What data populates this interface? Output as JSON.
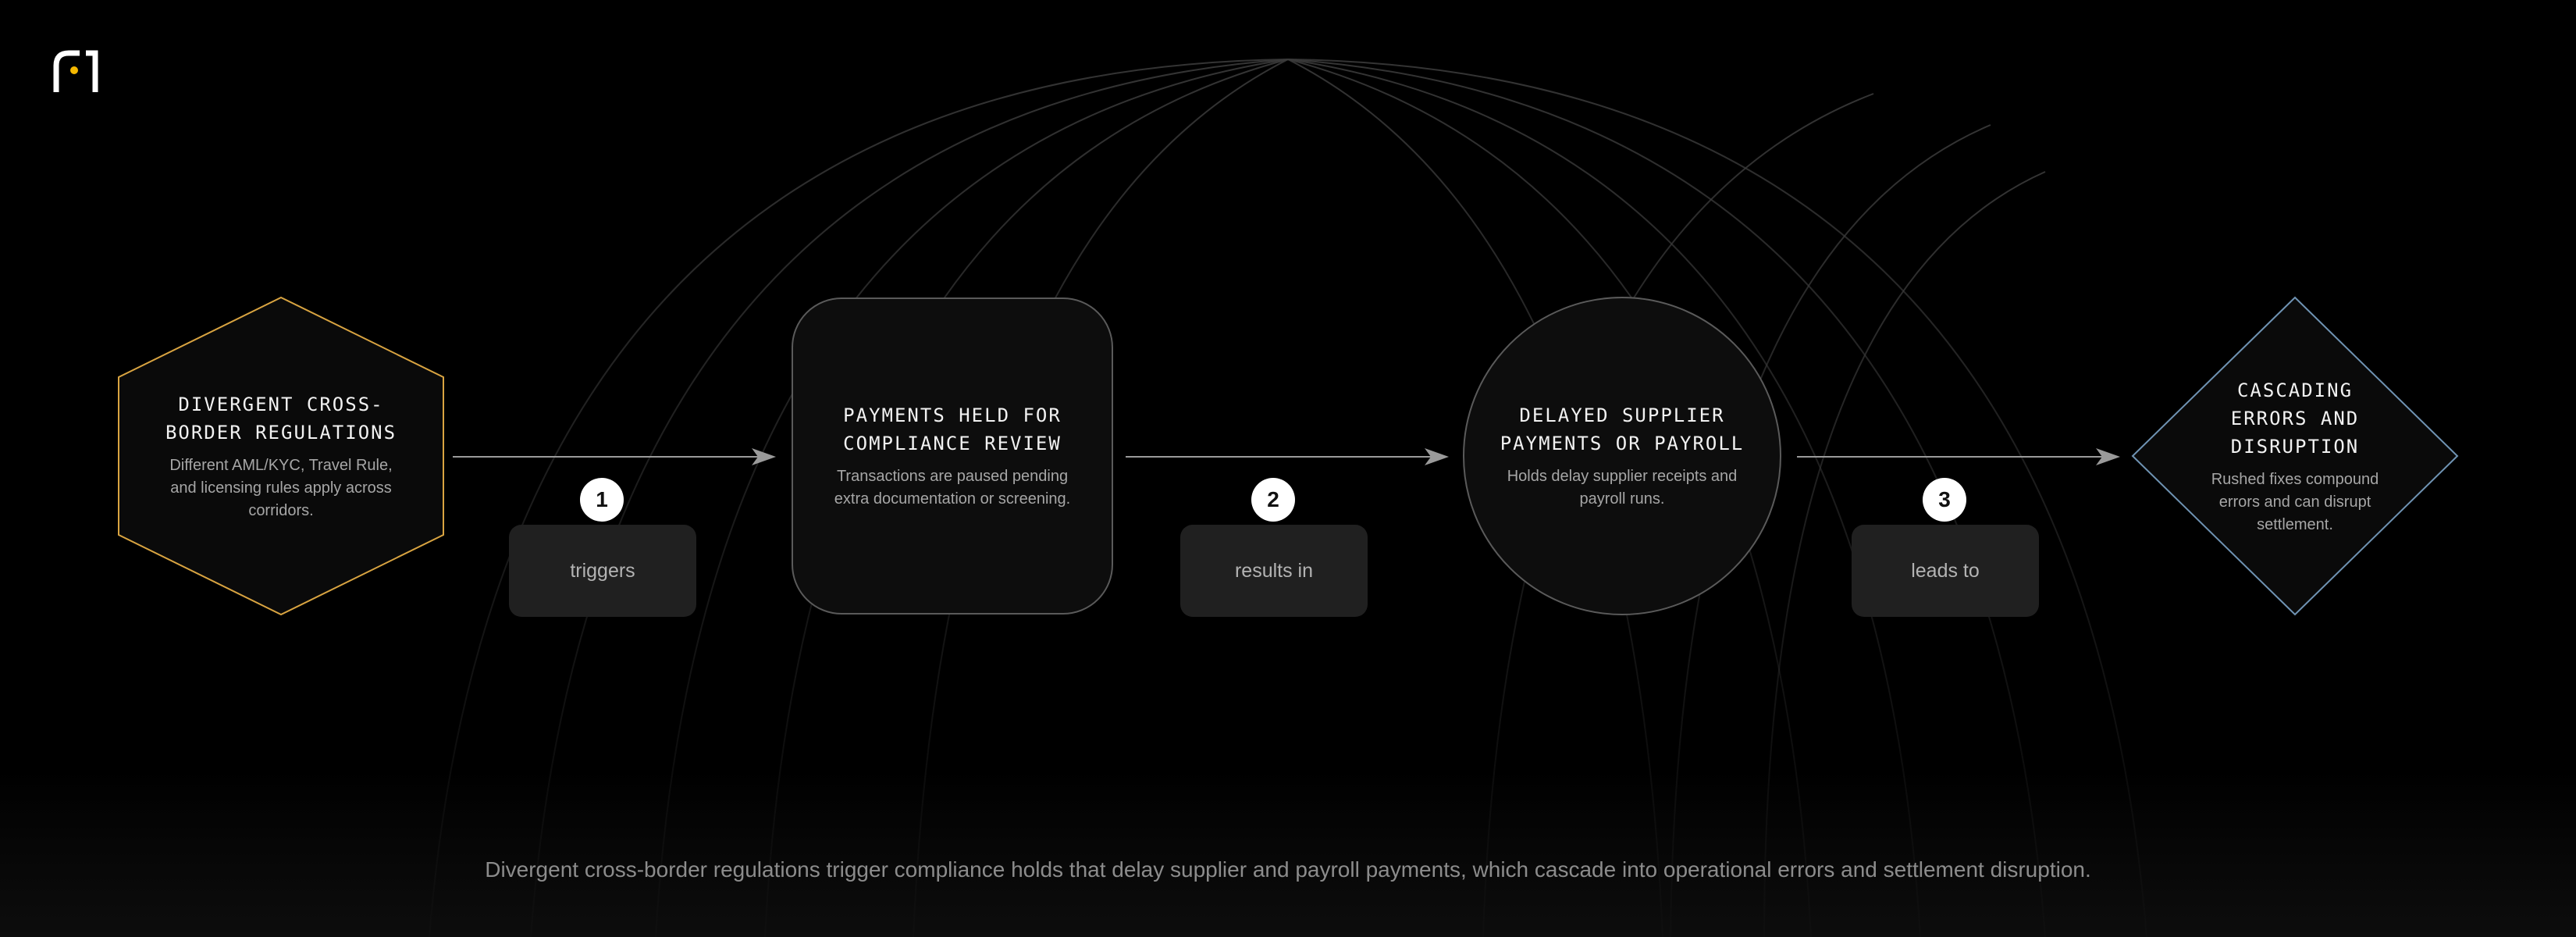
{
  "nodes": [
    {
      "shape": "hexagon",
      "title": "DIVERGENT CROSS-\nBORDER REGULATIONS",
      "description": "Different AML/KYC, Travel Rule,\nand licensing rules apply across\ncorridors.",
      "border_color": "#d9a441"
    },
    {
      "shape": "rounded-square",
      "title": "PAYMENTS HELD FOR\nCOMPLIANCE REVIEW",
      "description": "Transactions are paused pending\nextra documentation or screening.",
      "border_color": "#5a5a5a"
    },
    {
      "shape": "circle",
      "title": "DELAYED SUPPLIER\nPAYMENTS OR PAYROLL",
      "description": "Holds delay supplier receipts and\npayroll runs.",
      "border_color": "#5a5a5a"
    },
    {
      "shape": "diamond",
      "title": "CASCADING\nERRORS AND\nDISRUPTION",
      "description": "Rushed fixes compound\nerrors and can disrupt\nsettlement.",
      "border_color": "#6f93b3"
    }
  ],
  "steps": [
    {
      "number": "1",
      "label": "triggers"
    },
    {
      "number": "2",
      "label": "results in"
    },
    {
      "number": "3",
      "label": "leads to"
    }
  ],
  "caption": "Divergent cross-border regulations trigger compliance holds that delay supplier and payroll payments, which cascade into operational errors and settlement disruption.",
  "colors": {
    "background": "#000000",
    "logo_accent": "#f5b800",
    "arrow": "#9a9a9a",
    "badge": "#ffffff",
    "step_label_bg": "#202020"
  },
  "icons": {
    "logo": "brand-logo-icon",
    "arrow": "arrow-right-icon"
  }
}
